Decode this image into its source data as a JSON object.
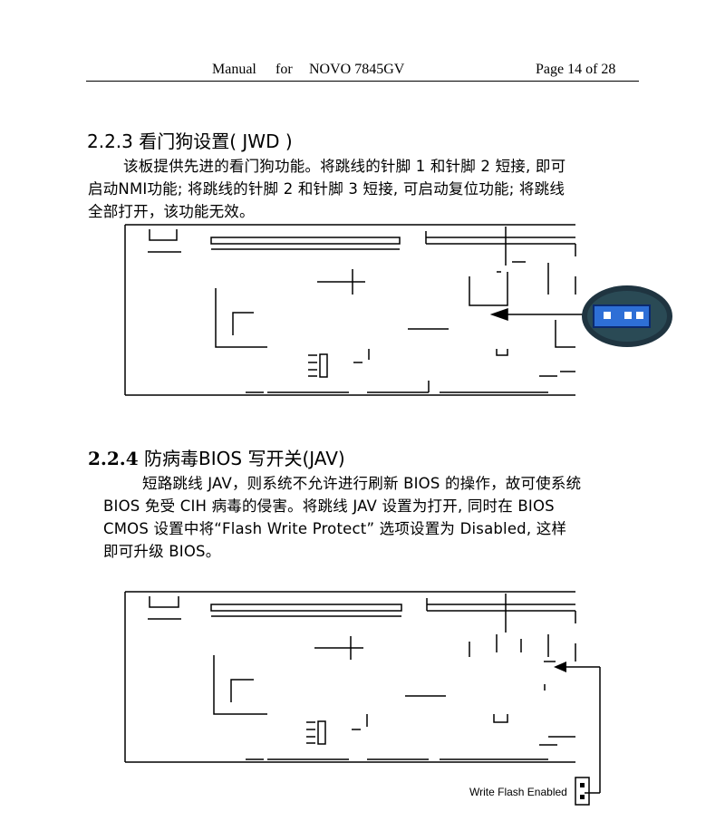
{
  "header": {
    "manual": "Manual",
    "for": "for",
    "product": "NOVO 7845GV",
    "page": "Page 14 of 28"
  },
  "section1": {
    "heading": "2.2.3 看门狗设置( JWD )",
    "lines": [
      "该板提供先进的看门狗功能。将跳线的针脚 1 和针脚 2 短接, 即可",
      "启动NMI功能; 将跳线的针脚 2 和针脚 3 短接, 可启动复位功能; 将跳线",
      "全部打开，该功能无效。"
    ]
  },
  "section2": {
    "heading_num": "2.2.4",
    "heading_text": "防病毒BIOS 写开关(JAV)",
    "lines": [
      "短路跳线 JAV，则系统不允许进行刷新 BIOS 的操作，故可使系统",
      "BIOS 免受 CIH 病毒的侵害。将跳线 JAV 设置为打开, 同时在 BIOS",
      "CMOS 设置中将“Flash Write Protect” 选项设置为 Disabled, 这样",
      "即可升级 BIOS。"
    ]
  },
  "figure2": {
    "callout_label": "Write Flash Enabled"
  },
  "colors": {
    "jumper_blue": "#2e6fd6",
    "callout_dark": "#1f3440"
  }
}
